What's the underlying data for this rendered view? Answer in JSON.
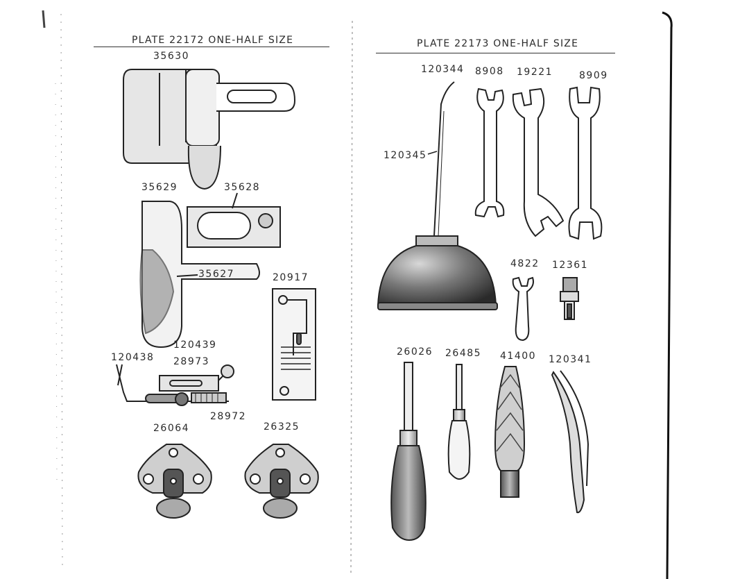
{
  "left_plate": {
    "title": "PLATE 22172 ONE-HALF SIZE",
    "labels": {
      "p35630": "35630",
      "p35629": "35629",
      "p35628": "35628",
      "p35627": "35627",
      "p20917": "20917",
      "p120439": "120439",
      "p120438": "120438",
      "p28973": "28973",
      "p28972": "28972",
      "p26064": "26064",
      "p26325": "26325"
    }
  },
  "right_plate": {
    "title": "PLATE 22173 ONE-HALF SIZE",
    "labels": {
      "p120344": "120344",
      "p8908": "8908",
      "p19221": "19221",
      "p8909": "8909",
      "p120345": "120345",
      "p4822": "4822",
      "p12361": "12361",
      "p26026": "26026",
      "p26485": "26485",
      "p41400": "41400",
      "p120341": "120341"
    }
  }
}
